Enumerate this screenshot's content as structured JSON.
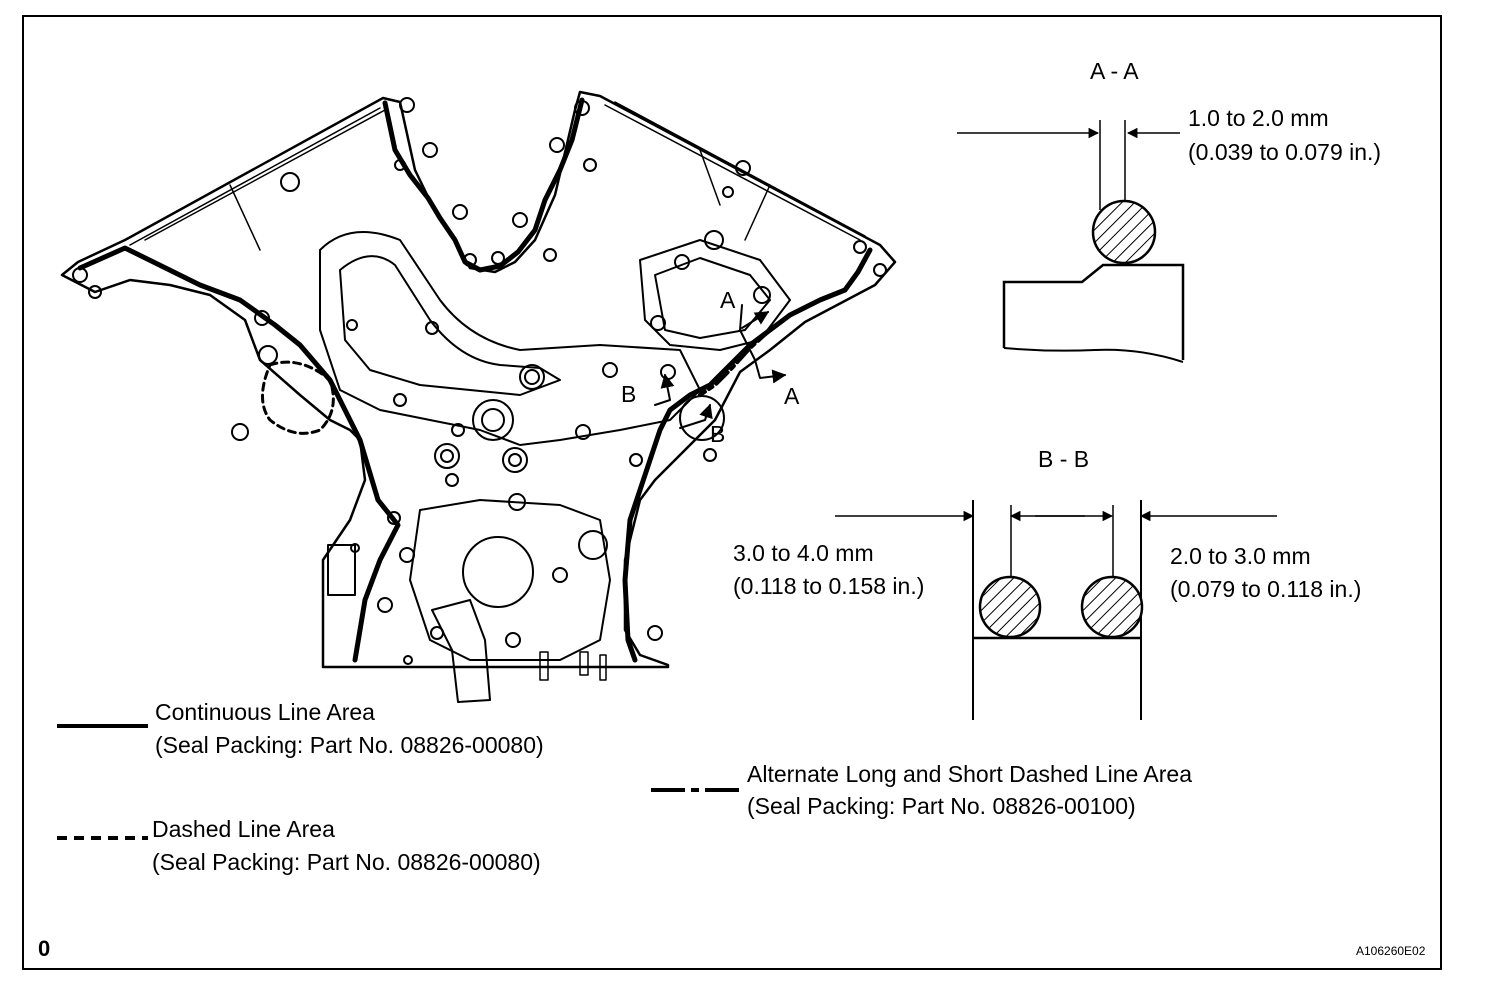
{
  "section_aa": {
    "title": "A - A",
    "dim_mm": "1.0 to 2.0 mm",
    "dim_in": "(0.039 to 0.079 in.)"
  },
  "section_bb": {
    "title": "B - B",
    "left_mm": "3.0 to 4.0 mm",
    "left_in": "(0.118 to 0.158 in.)",
    "right_mm": "2.0 to 3.0 mm",
    "right_in": "(0.079 to 0.118 in.)"
  },
  "callouts": {
    "a1": "A",
    "a2": "A",
    "b1": "B",
    "b2": "B"
  },
  "legend": {
    "continuous": {
      "title": "Continuous Line Area",
      "part": "(Seal Packing: Part No. 08826-00080)"
    },
    "dashed": {
      "title": "Dashed Line Area",
      "part": "(Seal Packing: Part No. 08826-00080)"
    },
    "alternate": {
      "title": "Alternate Long and Short Dashed Line Area",
      "part": "(Seal Packing: Part No. 08826-00100)"
    }
  },
  "corner_mark": "0",
  "figure_code": "A106260E02"
}
